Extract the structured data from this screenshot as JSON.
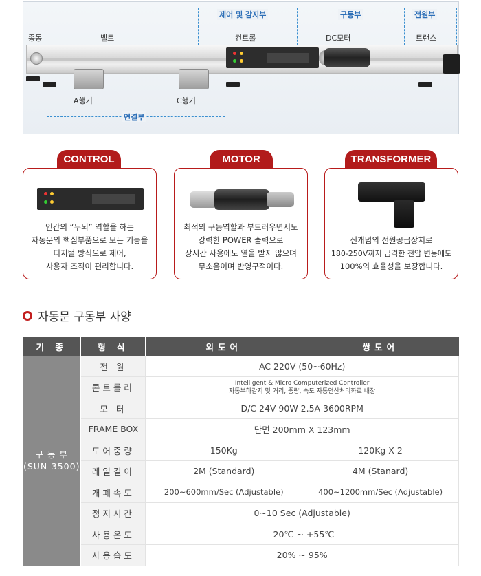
{
  "diagram": {
    "label_jongdong": "종동",
    "label_belt": "벨트",
    "label_control_section": "제어 및 감지부",
    "label_drive_section": "구동부",
    "label_power_section": "전원부",
    "label_controller": "컨트롤",
    "label_dc_motor": "DC모터",
    "label_trans": "트랜스",
    "label_a_hanger": "A행거",
    "label_c_hanger": "C행거",
    "label_link_section": "연결부"
  },
  "cards": [
    {
      "title": "CONTROL",
      "lines": [
        "인간의 “두뇌” 역할을 하는",
        "자동문의 핵심부품으로 모든 기능을",
        "디지털 방식으로 제어,",
        "사용자 조직이 편리합니다."
      ]
    },
    {
      "title": "MOTOR",
      "lines": [
        "최적의 구동역할과 부드러우면서도",
        "강력한 POWER 출력으로",
        "장시간 사용에도 열을 받지 않으며",
        "무소음이며 반영구적이다."
      ]
    },
    {
      "title": "TRANSFORMER",
      "lines": [
        "신개념의 전원공급장치로",
        "180-250V까지 급격한 전압 변동에도",
        "100%의 효율성을 보장합니다."
      ]
    }
  ],
  "heading": "자동문 구동부 사양",
  "table": {
    "headers": [
      "기 종",
      "형 식",
      "외도어",
      "쌍도어"
    ],
    "group_line1": "구 동 부",
    "group_line2": "(SUN-3500)",
    "rows": [
      {
        "label": "전 원",
        "single": "AC 220V (50~60Hz)"
      },
      {
        "label": "콘트롤러",
        "single_line1": "Intelligent & Micro Computerized Controller",
        "single_line2": "자동부하감지 및 거리, 중량, 속도 자동연산처리화로 내장"
      },
      {
        "label": "모 터",
        "single": "D/C 24V 90W 2.5A 3600RPM"
      },
      {
        "label": "FRAME BOX",
        "single": "단면 200mm X 123mm"
      },
      {
        "label": "도어중량",
        "a": "150Kg",
        "b": "120Kg X 2"
      },
      {
        "label": "레일길이",
        "a": "2M (Standard)",
        "b": "4M (Stanard)"
      },
      {
        "label": "개폐속도",
        "a": "200~600mm/Sec (Adjustable)",
        "b": "400~1200mm/Sec (Adjustable)"
      },
      {
        "label": "정지시간",
        "single": "0~10 Sec (Adjustable)"
      },
      {
        "label": "사용온도",
        "single": "-20℃ ~ +55℃"
      },
      {
        "label": "사용습도",
        "single": "20% ~ 95%"
      }
    ]
  },
  "colors": {
    "accent_red": "#b21b1b",
    "header_gray": "#555555",
    "group_gray": "#8a8a8a",
    "dimension_blue": "#3a8fd0"
  }
}
